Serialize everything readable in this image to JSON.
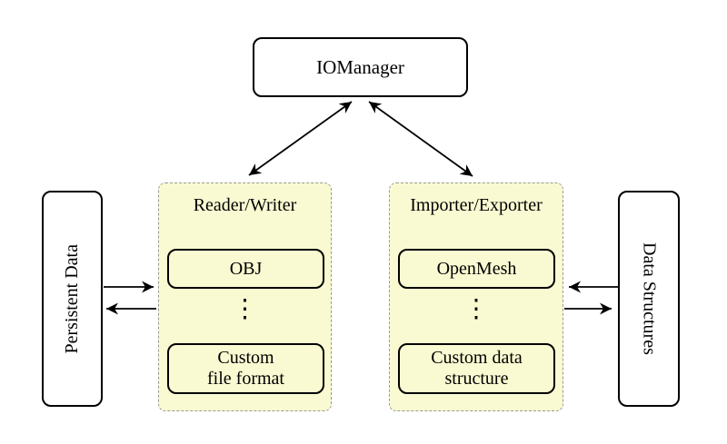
{
  "colors": {
    "background": "#ffffff",
    "panel_fill": "#fafad2",
    "panel_border": "#999999",
    "box_border": "#000000",
    "box_fill": "#ffffff",
    "arrow": "#000000"
  },
  "nodes": {
    "iomanager": "IOManager",
    "persistent_data": "Persistent Data",
    "data_structures": "Data Structures"
  },
  "panels": {
    "reader_writer": {
      "title": "Reader/Writer",
      "items": [
        "OBJ",
        "Custom\nfile format"
      ],
      "ellipsis": "⋮"
    },
    "importer_exporter": {
      "title": "Importer/Exporter",
      "items": [
        "OpenMesh",
        "Custom data\nstructure"
      ],
      "ellipsis": "⋮"
    }
  },
  "edges": [
    {
      "from": "IOManager",
      "to": "Reader/Writer",
      "direction": "both"
    },
    {
      "from": "IOManager",
      "to": "Importer/Exporter",
      "direction": "both"
    },
    {
      "from": "Persistent Data",
      "to": "Reader/Writer",
      "direction": "forward"
    },
    {
      "from": "Reader/Writer",
      "to": "Persistent Data",
      "direction": "forward"
    },
    {
      "from": "Data Structures",
      "to": "Importer/Exporter",
      "direction": "forward"
    },
    {
      "from": "Importer/Exporter",
      "to": "Data Structures",
      "direction": "forward"
    }
  ]
}
